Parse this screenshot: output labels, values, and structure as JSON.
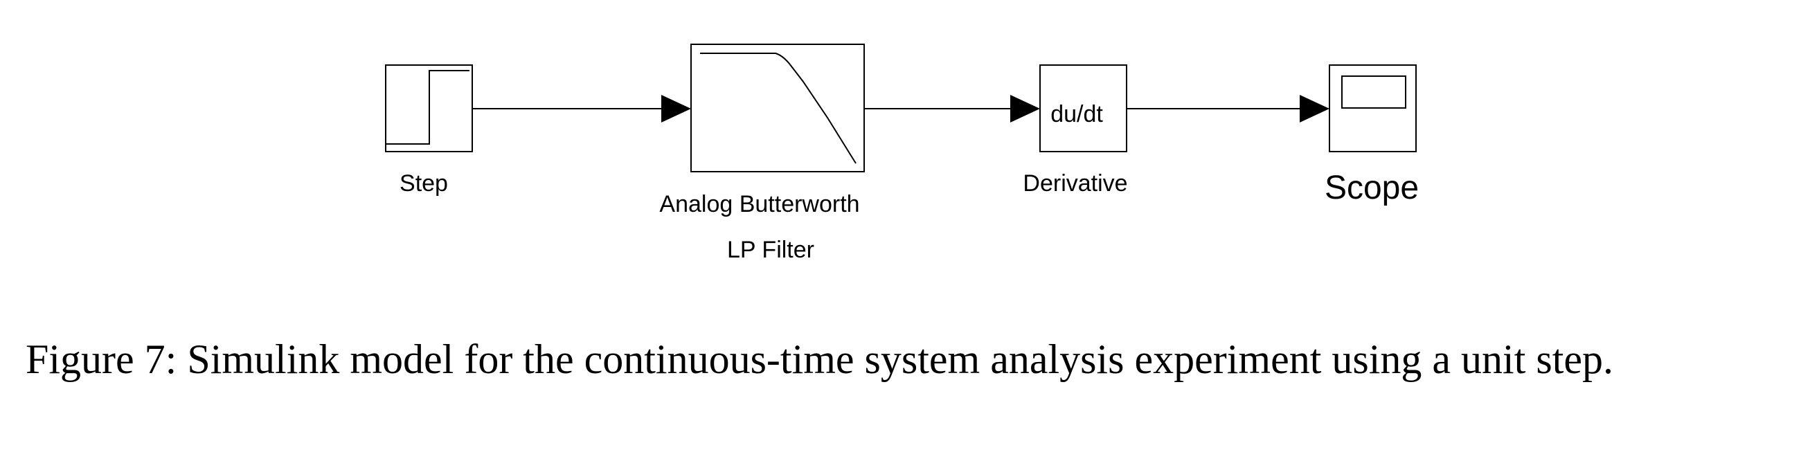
{
  "blocks": {
    "step": {
      "label": "Step"
    },
    "filter": {
      "label_line1": "Analog Butterworth",
      "label_line2": "LP Filter"
    },
    "derivative": {
      "icon_text": "du/dt",
      "label": "Derivative"
    },
    "scope": {
      "label": "Scope"
    }
  },
  "caption": {
    "text": "Figure 7: Simulink model for the continuous-time system analysis experiment using a unit step."
  }
}
